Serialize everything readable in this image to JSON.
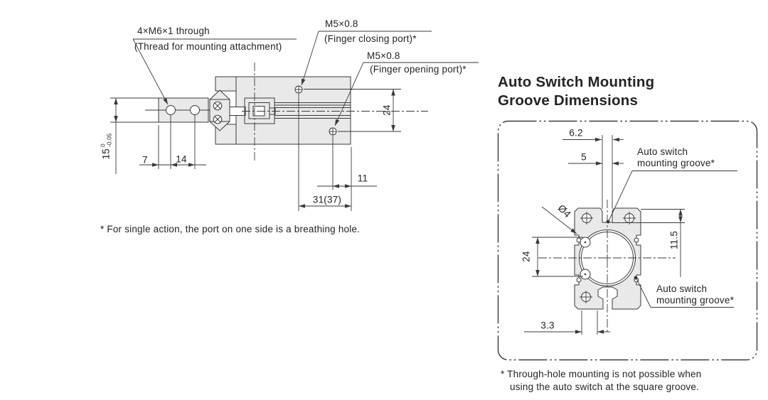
{
  "left_drawing": {
    "callouts": {
      "mounting_thread": {
        "line1": "4×M6×1 through",
        "line2": "(Thread for mounting attachment)"
      },
      "finger_closing": {
        "line1": "M5×0.8",
        "line2": "(Finger closing port)*"
      },
      "finger_opening": {
        "line1": "M5×0.8",
        "line2": "(Finger opening port)*"
      }
    },
    "dimensions": {
      "finger_height": "15",
      "finger_height_tol_upper": "0",
      "finger_height_tol_lower": "-0.05",
      "hole_edge_offset": "7",
      "hole_pitch": "14",
      "port_vertical_spacing": "24",
      "port_to_edge": "11",
      "port_position": "31(37)"
    },
    "footnote": "* For single action, the port on one side is a breathing hole."
  },
  "right_panel": {
    "title_line1": "Auto Switch Mounting",
    "title_line2": "Groove Dimensions",
    "dimensions": {
      "groove_outer_width": "6.2",
      "groove_inner_width": "5",
      "hole_diameter": "Ø4",
      "hole_spacing": "24",
      "groove_depth": "11.5",
      "groove_offset": "3.3"
    },
    "labels": {
      "top_groove_line1": "Auto switch",
      "top_groove_line2": "mounting groove*",
      "bottom_groove_line1": "Auto switch",
      "bottom_groove_line2": "mounting groove*"
    },
    "footnote_line1": "* Through-hole mounting is not possible when",
    "footnote_line2": "using the auto switch at the square groove."
  },
  "colors": {
    "line": "#3a3a3a",
    "fill": "#e9e9ea",
    "text": "#242424",
    "background": "#ffffff"
  }
}
